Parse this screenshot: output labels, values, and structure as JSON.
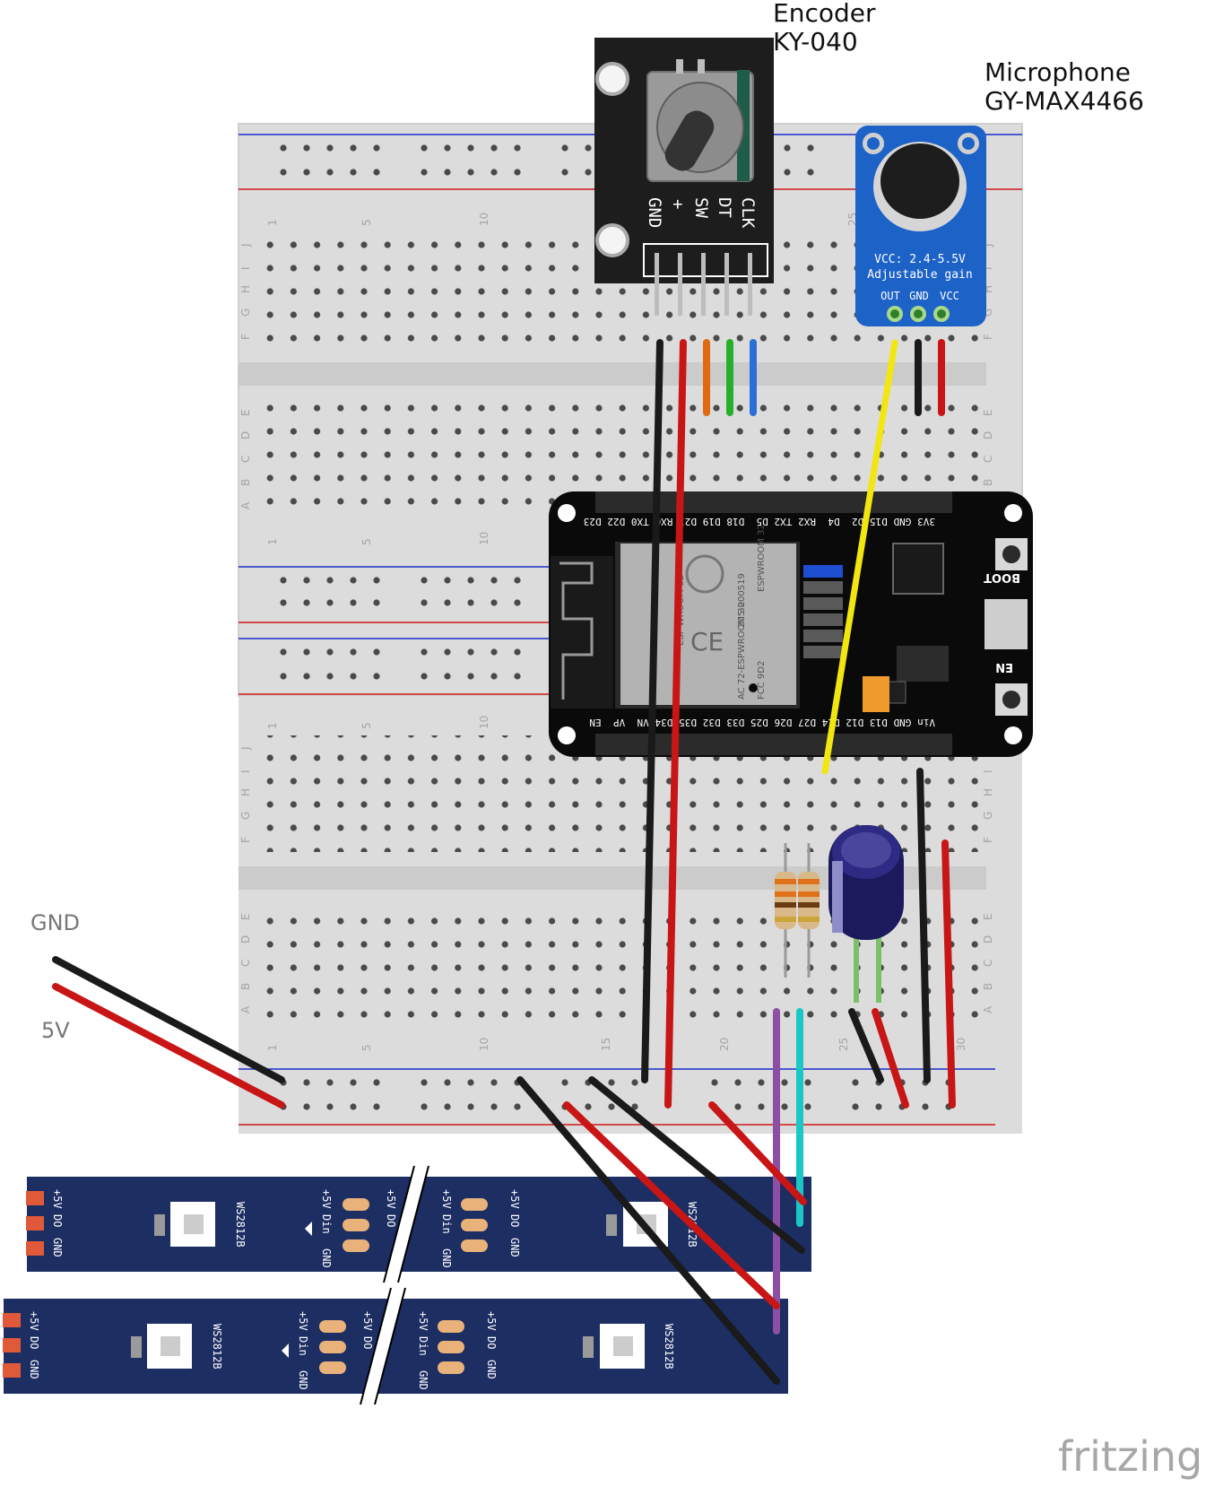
{
  "labels": {
    "encoder_name": "Encoder",
    "encoder_model": "KY-040",
    "mic_name": "Microphone",
    "mic_model": "GY-MAX4466",
    "gnd_label": "GND",
    "v5_label": "5V",
    "brand": "fritzing"
  },
  "encoder_pins": [
    "CLK",
    "DT",
    "SW",
    "+",
    "GND"
  ],
  "mic": {
    "line1": "VCC: 2.4-5.5V",
    "line2": "Adjustable gain",
    "pins": [
      "OUT",
      "GND",
      "VCC"
    ]
  },
  "esp32": {
    "top_pins": [
      "3V3",
      "GND",
      "D15",
      "D2",
      "D4",
      "RX2",
      "TX2",
      "D5",
      "D18",
      "D19",
      "D21",
      "RX0",
      "TX0",
      "D22",
      "D23"
    ],
    "bottom_pins": [
      "Vin",
      "GND",
      "D13",
      "D12",
      "D14",
      "D27",
      "D26",
      "D25",
      "D33",
      "D32",
      "D35",
      "D34",
      "VN",
      "VP",
      "EN"
    ],
    "boot_label": "BOOT",
    "en_label": "EN",
    "module_text": [
      "ESP-WROOM-32",
      "205-000519",
      "ESPWROOM 32",
      "AC 72-ESPWROOM 32",
      "FCC 9D2"
    ]
  },
  "breadboard": {
    "row_letters_top": [
      "J",
      "I",
      "H",
      "G",
      "F"
    ],
    "row_letters_bottom": [
      "E",
      "D",
      "C",
      "B",
      "A"
    ],
    "column_numbers": [
      "1",
      "5",
      "10",
      "15",
      "20",
      "25",
      "30"
    ]
  },
  "led_strip": {
    "chip_label": "WS2812B",
    "pins_in": [
      "+5V",
      "Din",
      "GND"
    ],
    "pins_out": [
      "+5V",
      "DO",
      "GND"
    ]
  }
}
